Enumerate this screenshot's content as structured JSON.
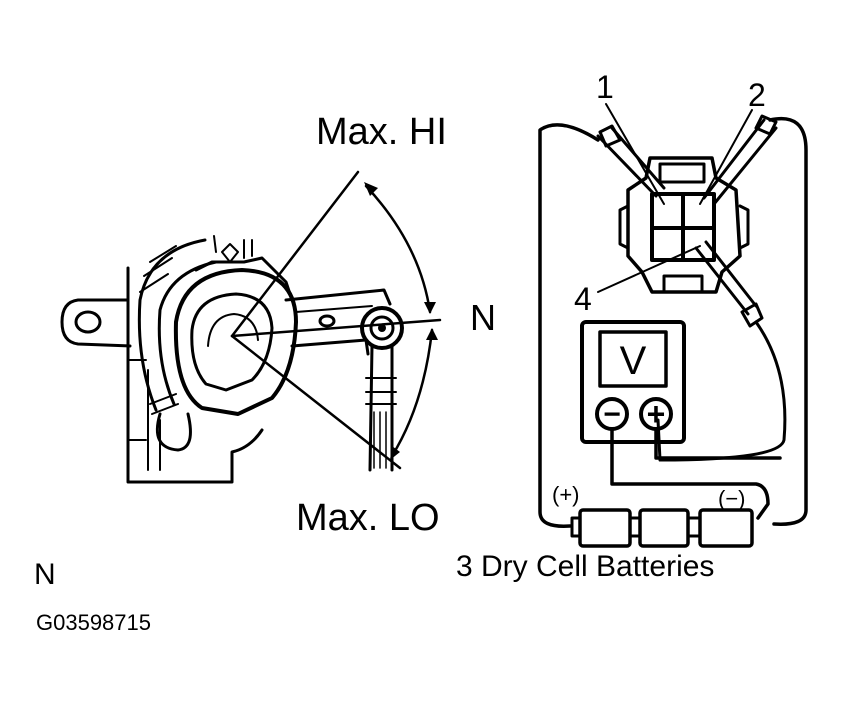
{
  "sensor": {
    "max_hi_label": "Max. HI",
    "n_label": "N",
    "max_lo_label": "Max. LO"
  },
  "circuit": {
    "terminal_1": "1",
    "terminal_2": "2",
    "terminal_4": "4",
    "voltmeter_label": "V",
    "meter_minus": "−",
    "meter_plus": "+",
    "battery_plus": "(+)",
    "battery_minus": "(−)",
    "battery_caption": "3 Dry Cell Batteries"
  },
  "footer": {
    "position_note": "N",
    "figure_id": "G03598715"
  }
}
